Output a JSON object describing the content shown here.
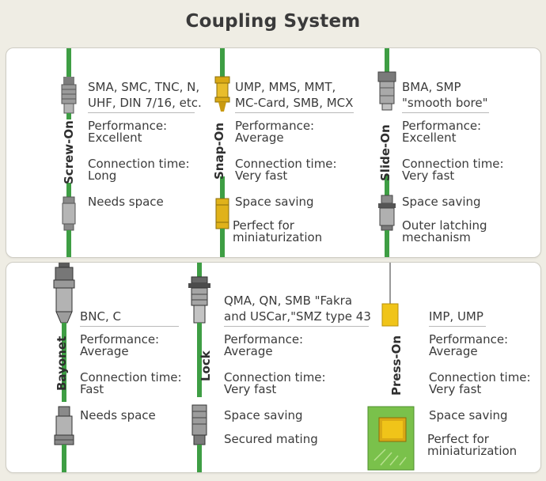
{
  "title": "Coupling System",
  "colors": {
    "cable": "#3e9e44",
    "metal": "#8c8c8c",
    "gold": "#e0b21a",
    "pcb": "#7ac14b",
    "tag": "#f0c419"
  },
  "rows": [
    {
      "id": "top",
      "items": [
        {
          "id": "screw-on",
          "label": "Screw-On",
          "types": [
            "SMA, SMC, TNC, N,",
            "UHF, DIN 7/16, etc."
          ],
          "performance_label": "Performance:",
          "performance": "Excellent",
          "conn_label": "Connection time:",
          "conn": "Long",
          "note1": "Needs space",
          "note2": []
        },
        {
          "id": "snap-on",
          "label": "Snap-On",
          "types": [
            "UMP, MMS, MMT,",
            "MC-Card, SMB, MCX"
          ],
          "performance_label": "Performance:",
          "performance": "Average",
          "conn_label": "Connection time:",
          "conn": "Very fast",
          "note1": "Space saving",
          "note2": [
            "Perfect for",
            "miniaturization"
          ]
        },
        {
          "id": "slide-on",
          "label": "Slide-On",
          "types": [
            "BMA, SMP",
            "\"smooth bore\""
          ],
          "performance_label": "Performance:",
          "performance": "Excellent",
          "conn_label": "Connection time:",
          "conn": "Very fast",
          "note1": "Space saving",
          "note2": [
            "Outer latching",
            "mechanism"
          ]
        }
      ]
    },
    {
      "id": "bottom",
      "items": [
        {
          "id": "bayonet",
          "label": "Bayonet",
          "types": [
            "BNC, C"
          ],
          "performance_label": "Performance:",
          "performance": "Average",
          "conn_label": "Connection time:",
          "conn": "Fast",
          "note1": "Needs space",
          "note2": []
        },
        {
          "id": "lock",
          "label": "Lock",
          "types": [
            "QMA, QN, SMB \"Fakra",
            "and USCar,\"SMZ type 43"
          ],
          "performance_label": "Performance:",
          "performance": "Average",
          "conn_label": "Connection time:",
          "conn": "Very fast",
          "note1": "Space saving",
          "note2": [
            "Secured mating"
          ]
        },
        {
          "id": "press-on",
          "label": "Press-On",
          "types": [
            "IMP, UMP"
          ],
          "performance_label": "Performance:",
          "performance": "Average",
          "conn_label": "Connection time:",
          "conn": "Very fast",
          "note1": "Space saving",
          "note2": [
            "Perfect for",
            "miniaturization"
          ]
        }
      ]
    }
  ]
}
